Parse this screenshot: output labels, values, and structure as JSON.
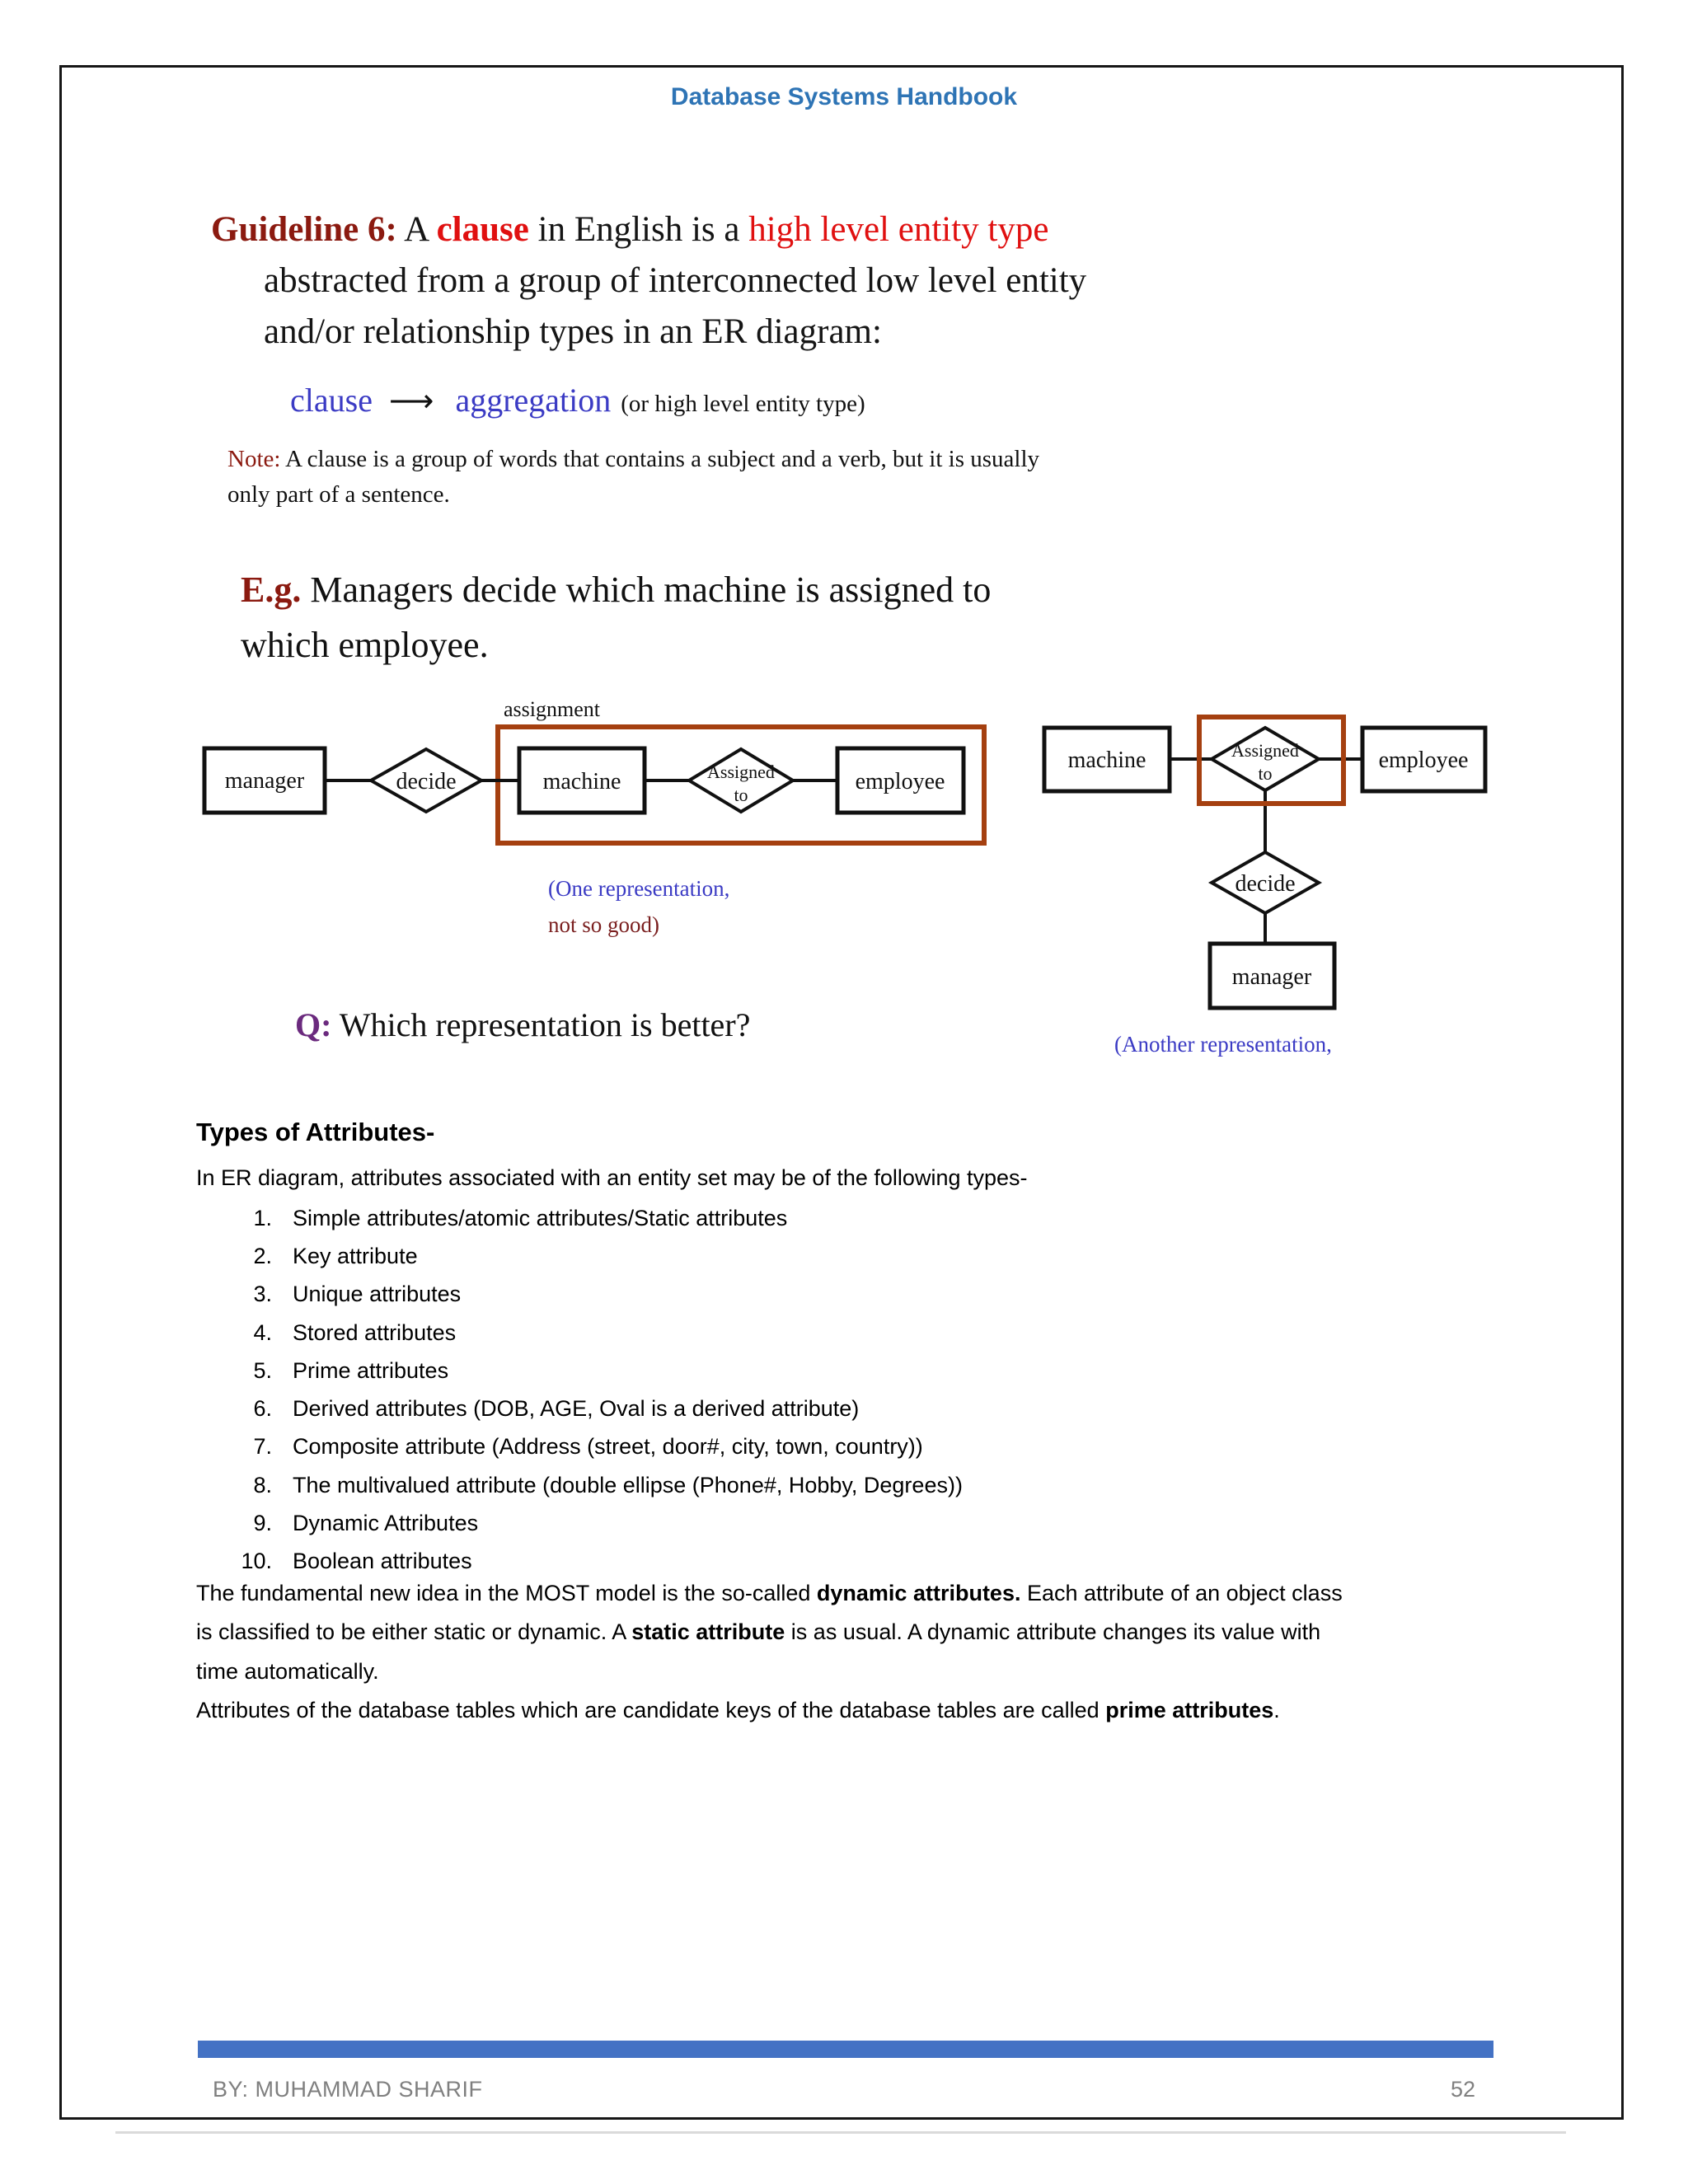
{
  "header": {
    "title": "Database Systems Handbook"
  },
  "guideline": {
    "l1a": "Guideline 6:",
    "l1b": " A ",
    "l1c": "clause",
    "l1d": " in English is a ",
    "l1e": "high level entity type",
    "l2": "abstracted from a group of interconnected low level entity",
    "l3": "and/or relationship types in an ER diagram:"
  },
  "mapping": {
    "from": "clause",
    "arrow": "⟶",
    "to": "aggregation",
    "note": "(or high level entity type)"
  },
  "note": {
    "label": "Note:",
    "l1": " A clause is a group of words that contains a subject and a verb, but it is usually",
    "l2": "only part of a sentence."
  },
  "example": {
    "label": "E.g.",
    "l1": " Managers decide which machine is assigned to",
    "l2": "which employee."
  },
  "diagram_left": {
    "label": "assignment",
    "manager": "manager",
    "decide": "decide",
    "machine": "machine",
    "assigned1": "Assigned",
    "assigned2": "to",
    "employee": "employee"
  },
  "caption_one": {
    "l1": "(One representation,",
    "l2": "not so good)"
  },
  "question": {
    "label": "Q:",
    "text": " Which representation is better?"
  },
  "diagram_right": {
    "machine": "machine",
    "assigned1": "Assigned",
    "assigned2": "to",
    "employee": "employee",
    "decide": "decide",
    "manager": "manager"
  },
  "caption_another": {
    "text": "(Another representation,"
  },
  "attributes": {
    "heading": "Types of Attributes-",
    "intro": "In ER diagram, attributes associated with an entity set may be of the following types-",
    "items": [
      {
        "n": "1.",
        "t": "Simple attributes/atomic attributes/Static attributes"
      },
      {
        "n": "2.",
        "t": "Key attribute"
      },
      {
        "n": "3.",
        "t": "Unique attributes"
      },
      {
        "n": "4.",
        "t": "Stored attributes"
      },
      {
        "n": "5.",
        "t": "Prime attributes"
      },
      {
        "n": "6.",
        "t": "Derived attributes (DOB, AGE, Oval is a derived attribute)"
      },
      {
        "n": "7.",
        "t": "Composite attribute (Address (street, door#, city, town, country))"
      },
      {
        "n": "8.",
        "t": "The multivalued attribute (double ellipse (Phone#, Hobby, Degrees))"
      },
      {
        "n": "9.",
        "t": "Dynamic Attributes"
      },
      {
        "n": "10.",
        "t": "Boolean attributes"
      }
    ]
  },
  "paragraph": {
    "l1a": "The fundamental new idea in the MOST model is the so-called ",
    "l1b": "dynamic attributes.",
    "l1c": " Each attribute of an object class",
    "l2a": "is classified to be either static or dynamic. A ",
    "l2b": "static attribute",
    "l2c": " is as usual. A dynamic attribute changes its value with",
    "l3": "time automatically.",
    "l4a": "Attributes of the database tables which are candidate keys of the database tables are called ",
    "l4b": "prime attributes",
    "l4c": "."
  },
  "footer": {
    "author": "BY: MUHAMMAD SHARIF",
    "page_number": "52"
  },
  "colors": {
    "header_blue": "#2E74B5",
    "heading_maroon": "#8B1A10",
    "accent_red": "#E01010",
    "diagram_blue": "#3B3BC4",
    "question_purple": "#6B2A7E",
    "aggregation_box_brown": "#A54010",
    "footer_bar_blue": "#4472C4",
    "footer_gray": "#7F7F7F"
  }
}
